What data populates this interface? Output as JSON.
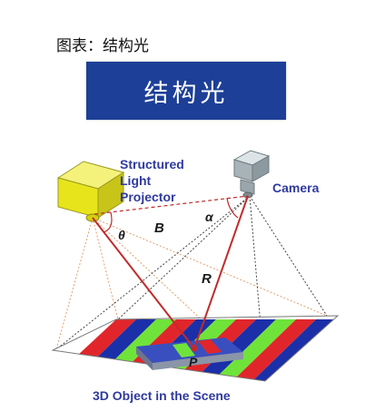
{
  "caption": "图表：结构光",
  "banner_title": "结构光",
  "diagram": {
    "projector_label_lines": [
      "Structured",
      "Light",
      "Projector"
    ],
    "camera_label": "Camera",
    "baseline_label": "B",
    "range_label": "R",
    "projector_angle_label": "θ",
    "camera_angle_label": "α",
    "point_label": "P",
    "scene_label": "3D Object in the Scene"
  },
  "colors": {
    "banner": "#1d3f97",
    "label_blue": "#2f3aa0",
    "stripe_red": "#e0262b",
    "stripe_blue": "#1b2fa8",
    "stripe_green": "#6fe33a",
    "projector_yellow": "#e8e41c",
    "camera_gray": "#a7b3b8",
    "beam_red": "#c22a2a"
  }
}
